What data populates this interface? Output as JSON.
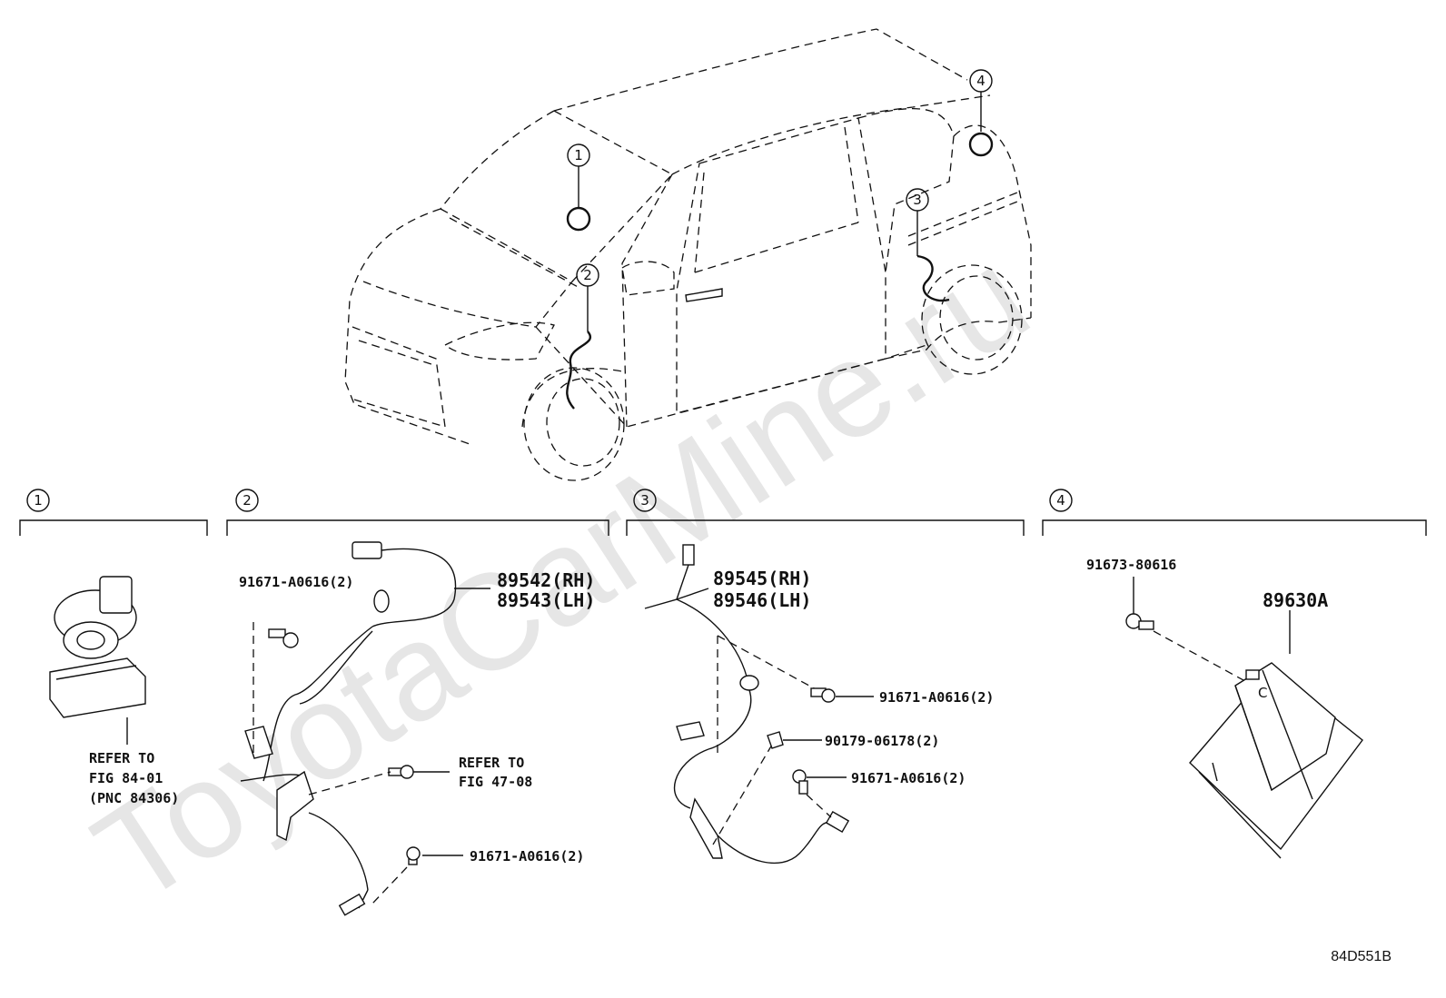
{
  "watermark": "ToyotaCarMine.ru",
  "reference_code": "84D551B",
  "car_callouts": [
    "1",
    "2",
    "3",
    "4"
  ],
  "sections": [
    {
      "number": "1",
      "labels": [
        "REFER TO",
        "FIG 84-01",
        "(PNC 84306)"
      ]
    },
    {
      "number": "2",
      "part_rh": "89542(RH)",
      "part_lh": "89543(LH)",
      "bolt_top": "91671-A0616(2)",
      "refer_line1": "REFER TO",
      "refer_line2": "FIG 47-08",
      "bolt_bottom": "91671-A0616(2)"
    },
    {
      "number": "3",
      "part_rh": "89545(RH)",
      "part_lh": "89546(LH)",
      "bolt_a": "91671-A0616(2)",
      "clip": "90179-06178(2)",
      "bolt_b": "91671-A0616(2)"
    },
    {
      "number": "4",
      "bolt": "91673-80616",
      "part": "89630A",
      "connector_mark": "C"
    }
  ]
}
